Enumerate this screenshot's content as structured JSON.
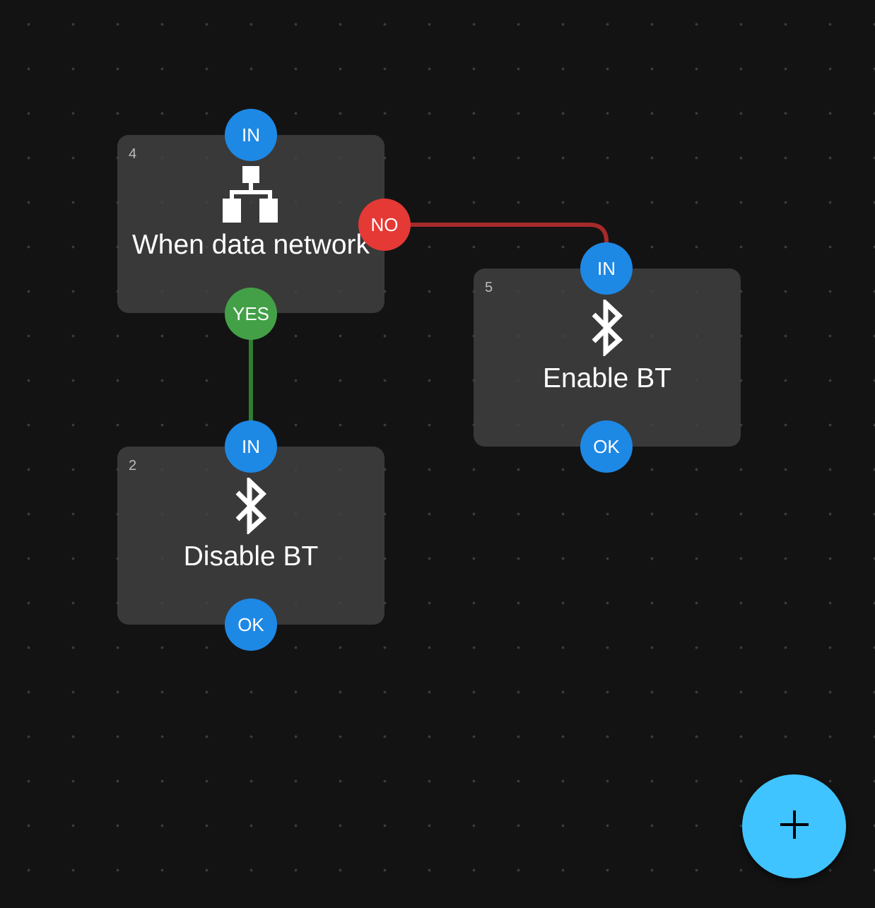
{
  "nodes": {
    "condition": {
      "id": "4",
      "title": "When data network",
      "icon": "network-tree-icon",
      "port_in": "IN",
      "port_yes": "YES",
      "port_no": "NO"
    },
    "disable": {
      "id": "2",
      "title": "Disable BT",
      "icon": "bluetooth-icon",
      "port_in": "IN",
      "port_ok": "OK"
    },
    "enable": {
      "id": "5",
      "title": "Enable BT",
      "icon": "bluetooth-icon",
      "port_in": "IN",
      "port_ok": "OK"
    }
  },
  "connections": [
    {
      "from": "condition.yes",
      "to": "disable.in",
      "color": "#2e7d32"
    },
    {
      "from": "condition.no",
      "to": "enable.in",
      "color": "#b71c1c"
    }
  ],
  "fab": {
    "icon": "plus-icon"
  },
  "colors": {
    "background": "#131313",
    "node": "#424242",
    "port_in": "#1e88e5",
    "port_yes": "#43a047",
    "port_no": "#e53935",
    "fab": "#40c4ff"
  }
}
